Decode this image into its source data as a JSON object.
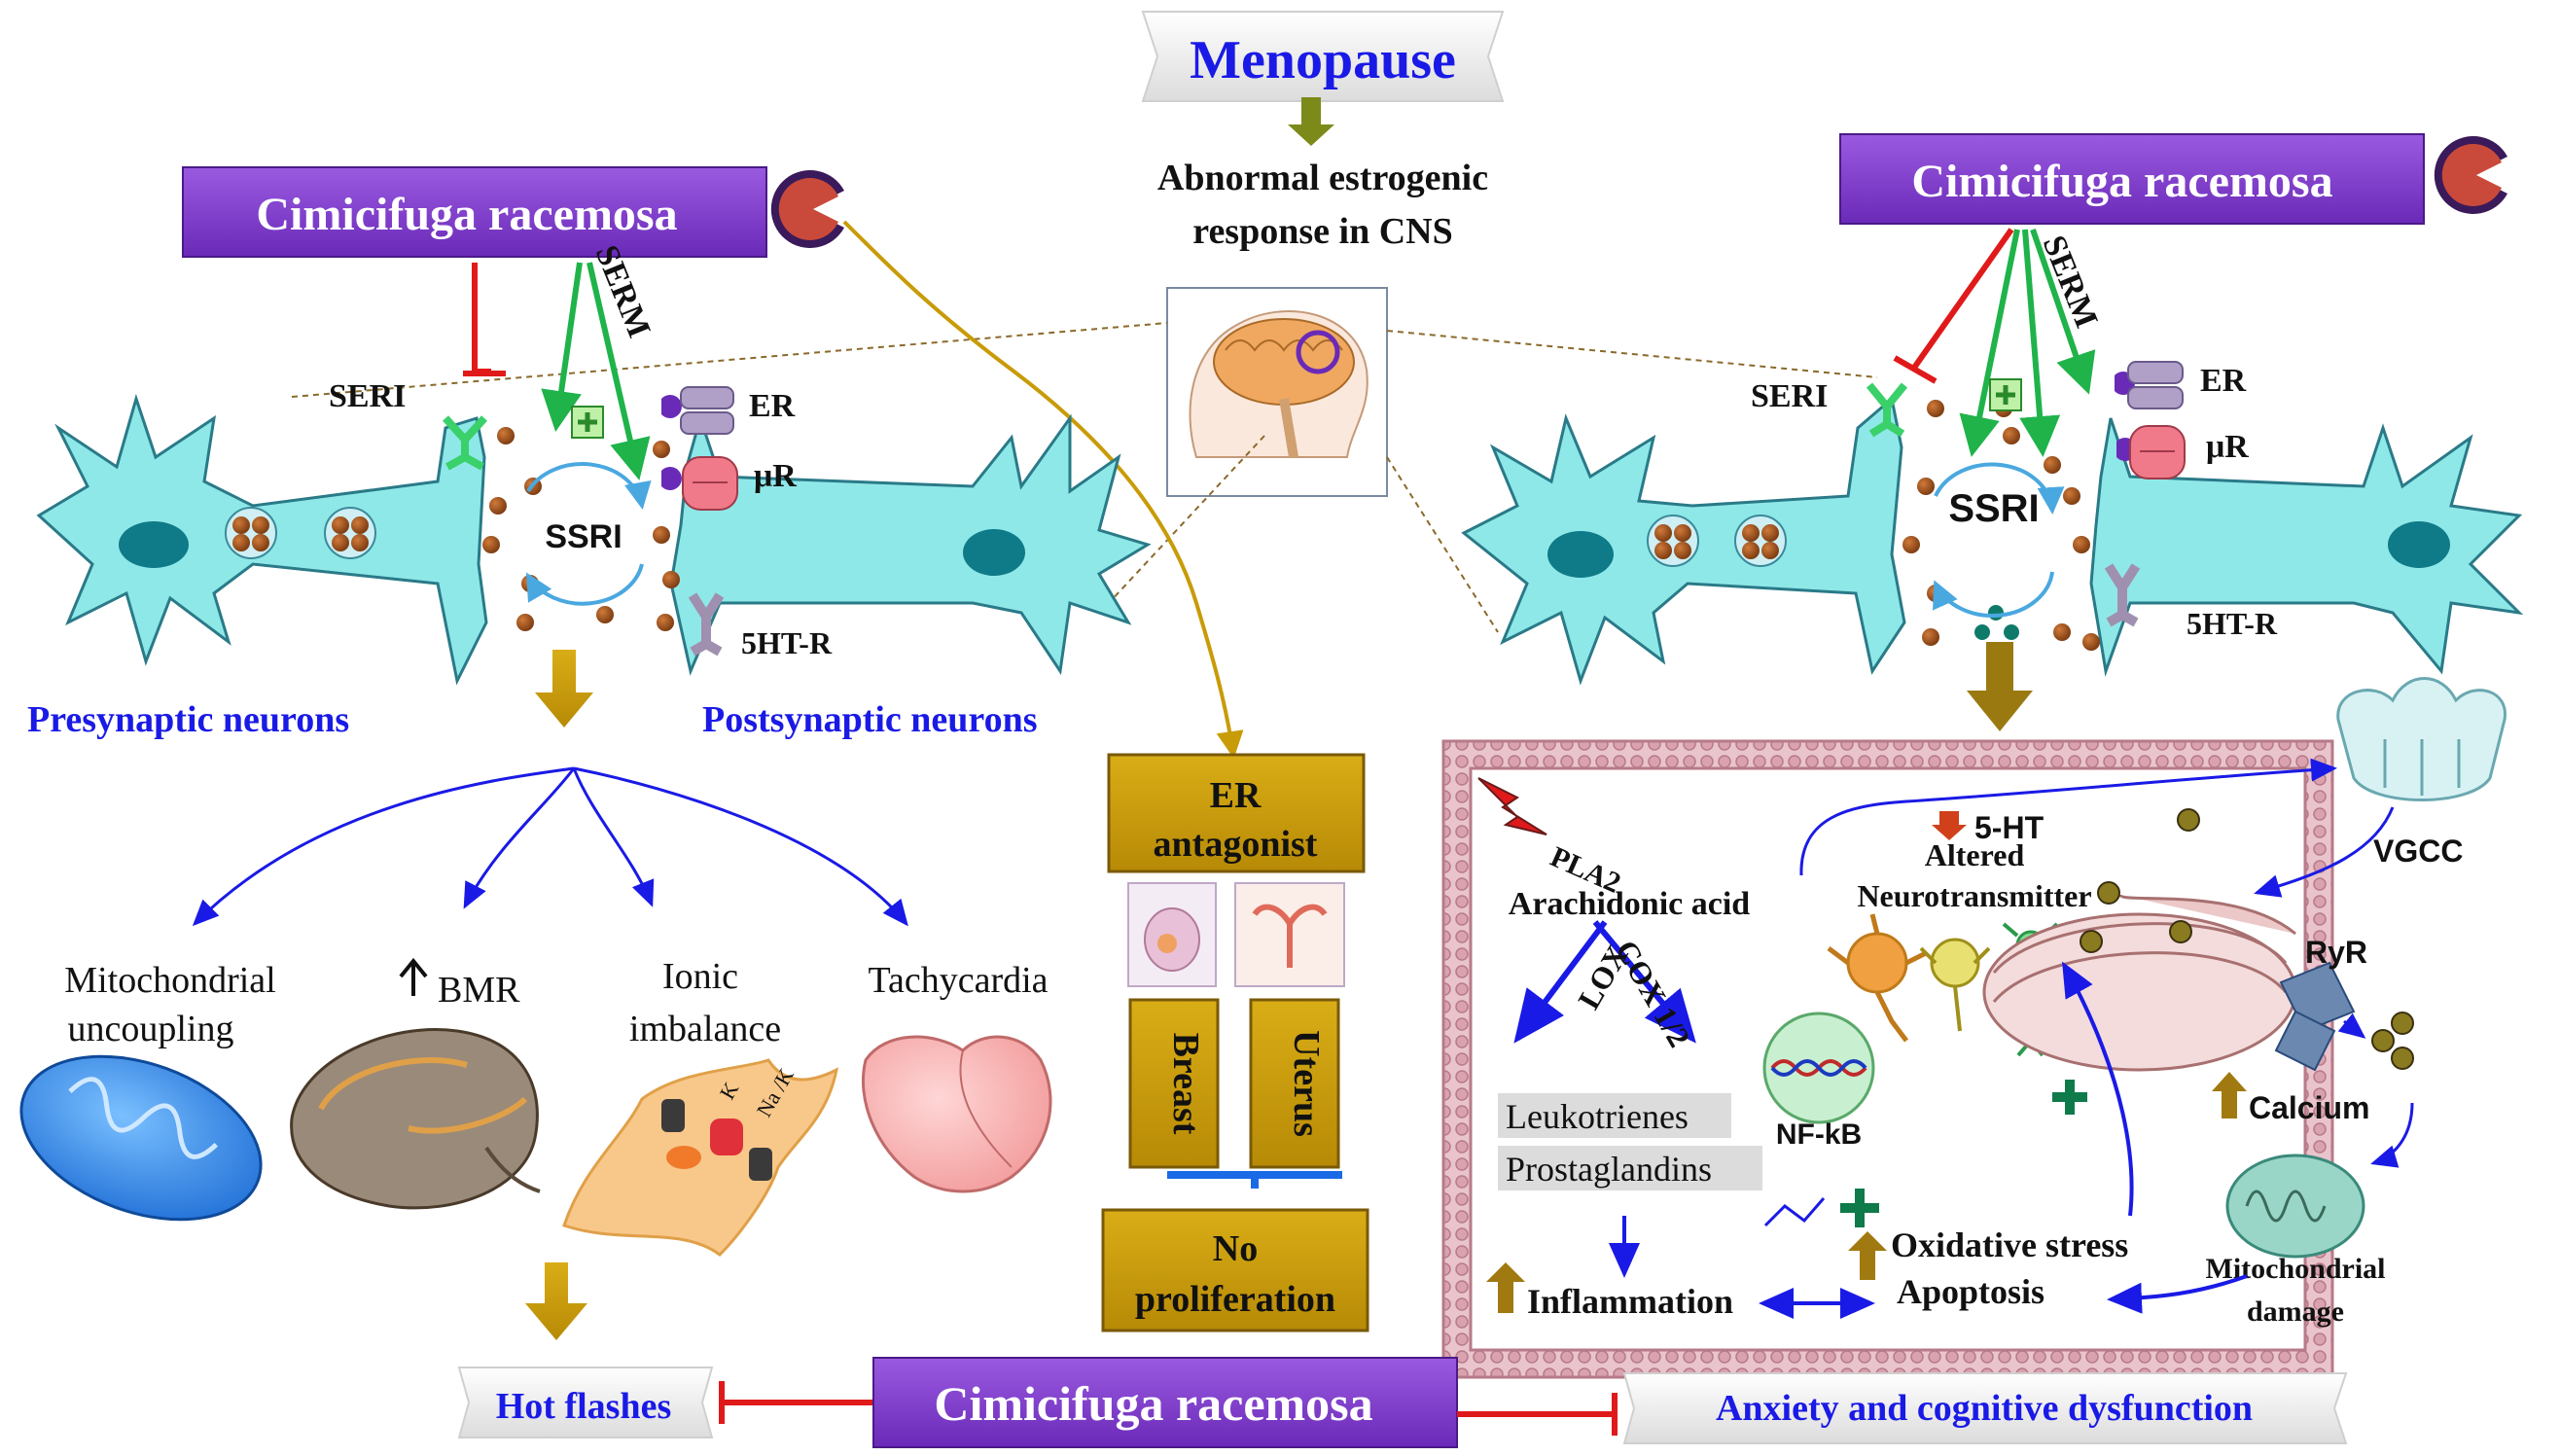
{
  "header": {
    "menopause": "Menopause",
    "abnormal_line1": "Abnormal estrogenic",
    "abnormal_line2": "response in CNS"
  },
  "cimicifuga": {
    "left": "Cimicifuga racemosa",
    "right": "Cimicifuga racemosa",
    "bottom": "Cimicifuga racemosa"
  },
  "left_synapse": {
    "seri": "SERI",
    "serm": "SERM",
    "ssri": "SSRI",
    "er": "ER",
    "mur": "μR",
    "ht_r": "5HT-R",
    "presynaptic": "Presynaptic neurons",
    "postsynaptic": "Postsynaptic neurons"
  },
  "right_synapse": {
    "seri": "SERI",
    "serm": "SERM",
    "ssri": "SSRI",
    "er": "ER",
    "mur": "μR",
    "ht_r": "5HT-R"
  },
  "effects": {
    "mito_line1": "Mitochondrial",
    "mito_line2": "uncoupling",
    "bmr": "BMR",
    "ionic_line1": "Ionic",
    "ionic_line2": "imbalance",
    "tachy": "Tachycardia",
    "k_label": "K",
    "na_k_label": "Na /K"
  },
  "er_block": {
    "er_line1": "ER",
    "er_line2": "antagonist",
    "breast": "Breast",
    "uterus": "Uterus",
    "noprolif_line1": "No",
    "noprolif_line2": "proliferation"
  },
  "cell": {
    "pla2": "PLA2",
    "arachidonic": "Arachidonic acid",
    "cox": "COX 1/2",
    "lox": "LOX",
    "leukotrienes": "Leukotrienes",
    "prostaglandins": "Prostaglandins",
    "nfkb": "NF-kB",
    "ht5": "5-HT",
    "altered_line1": "Altered",
    "altered_line2": "Neurotransmitter",
    "vgcc": "VGCC",
    "ryr": "RyR",
    "calcium": "Calcium",
    "oxidative": "Oxidative stress",
    "apoptosis": "Apoptosis",
    "inflammation": "Inflammation",
    "mito_damage_line1": "Mitochondrial",
    "mito_damage_line2": "damage"
  },
  "outcomes": {
    "hot_flashes": "Hot flashes",
    "anxiety": "Anxiety and cognitive dysfunction"
  },
  "colors": {
    "purple": "#7a3cc6",
    "blue_text": "#1a1ae6",
    "gold": "#c89b08",
    "green_arrow": "#1fb34a",
    "red_inhibit": "#e01a1a",
    "neuron": "#8fe8e8"
  }
}
